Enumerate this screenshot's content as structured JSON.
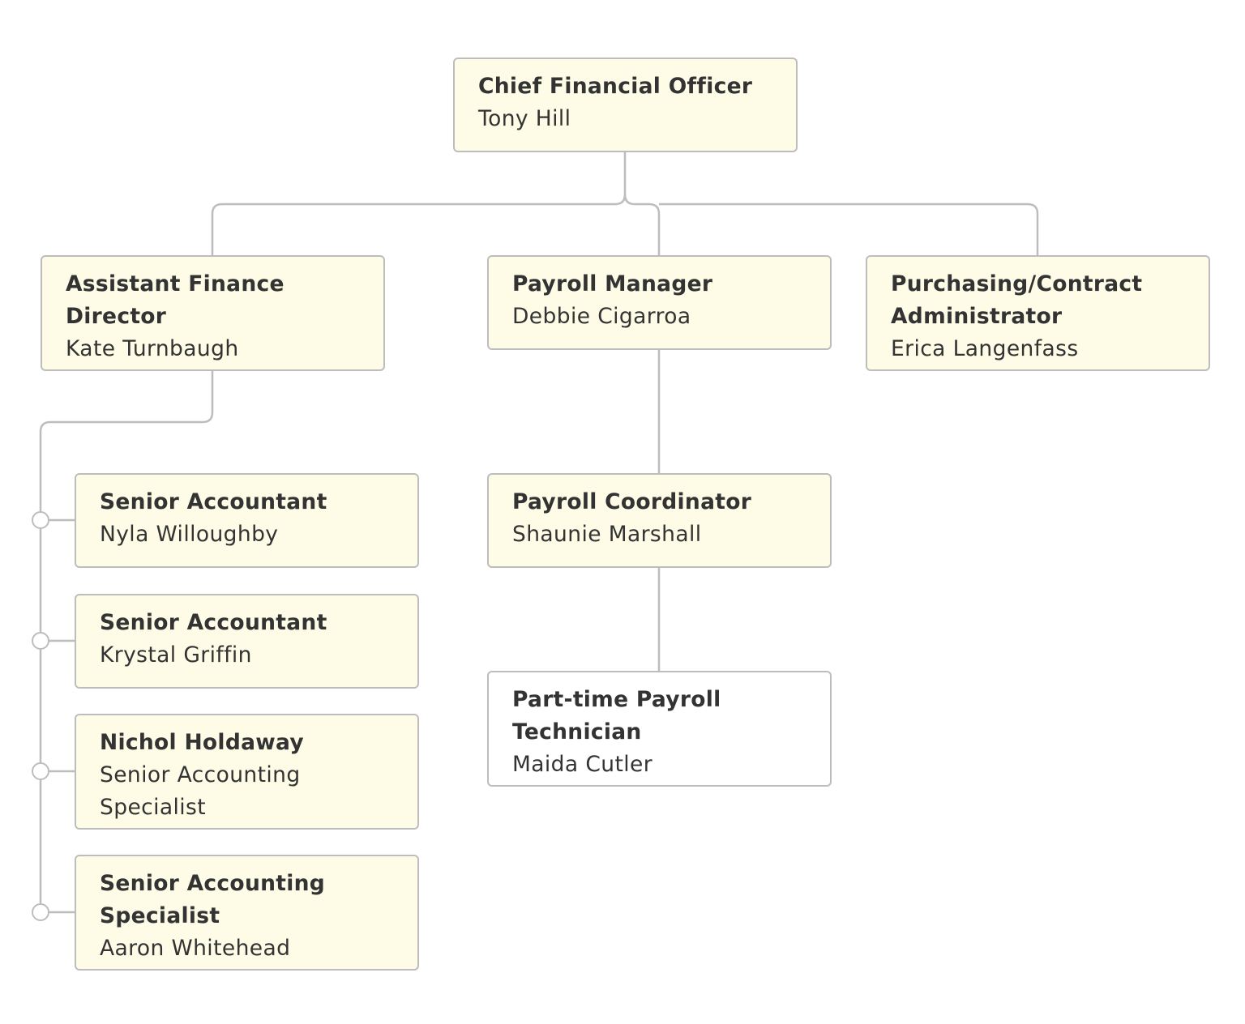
{
  "org_chart": {
    "nodes": {
      "cfo": {
        "line1": "Chief Financial Officer",
        "line2": "Tony Hill"
      },
      "assistant_finance_director": {
        "line1": "Assistant Finance Director",
        "line2": "Kate Turnbaugh"
      },
      "payroll_manager": {
        "line1": "Payroll Manager",
        "line2": "Debbie Cigarroa"
      },
      "purchasing_contract_admin": {
        "line1": "Purchasing/Contract Administrator",
        "line2": "Erica Langenfass"
      },
      "senior_accountant_1": {
        "line1": "Senior Accountant",
        "line2": "Nyla Willoughby"
      },
      "senior_accountant_2": {
        "line1": "Senior Accountant",
        "line2": "Krystal Griffin"
      },
      "nichol_holdaway": {
        "line1": "Nichol Holdaway",
        "line2": "Senior Accounting Specialist"
      },
      "senior_accounting_specialist": {
        "line1": "Senior Accounting Specialist",
        "line2": "Aaron Whitehead"
      },
      "payroll_coordinator": {
        "line1": "Payroll Coordinator",
        "line2": "Shaunie Marshall"
      },
      "part_time_payroll_technician": {
        "line1": "Part-time Payroll Technician",
        "line2": "Maida Cutler"
      }
    },
    "colors": {
      "node_fill": "#fefce6",
      "node_fill_plain": "#ffffff",
      "node_border": "#bdbdbd",
      "connector": "#bdbdbd",
      "text": "#333333"
    }
  }
}
